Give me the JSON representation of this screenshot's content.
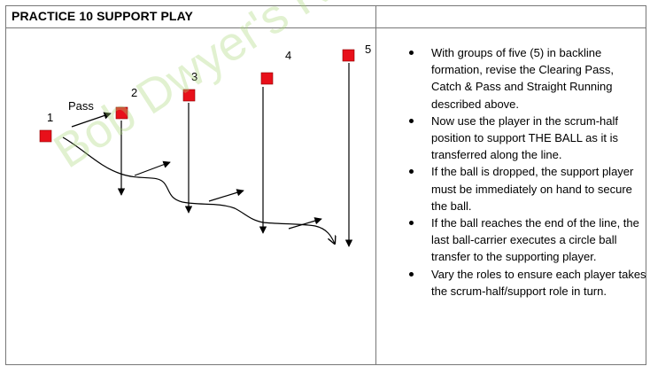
{
  "title": "PRACTICE  10 SUPPORT PLAY",
  "watermark": "Bob Dwyer's R",
  "diagram": {
    "pass_label": "Pass",
    "players": [
      "1",
      "2",
      "3",
      "4",
      "5"
    ]
  },
  "bullets": [
    "With groups of five (5) in backline formation, revise the Clearing Pass, Catch & Pass and Straight Running described above.",
    "Now use the player in the scrum-half position to support THE BALL as it is transferred along the line.",
    "If the ball is dropped, the support player must be immediately on hand to secure the ball.",
    "If the ball reaches the end of the line, the last ball-carrier executes a circle ball transfer to the supporting player.",
    "Vary the roles to ensure each player takes the scrum-half/support role in turn."
  ],
  "colors": {
    "player_marker": "#e8101a",
    "border": "#777777",
    "watermark": "#aad778"
  }
}
